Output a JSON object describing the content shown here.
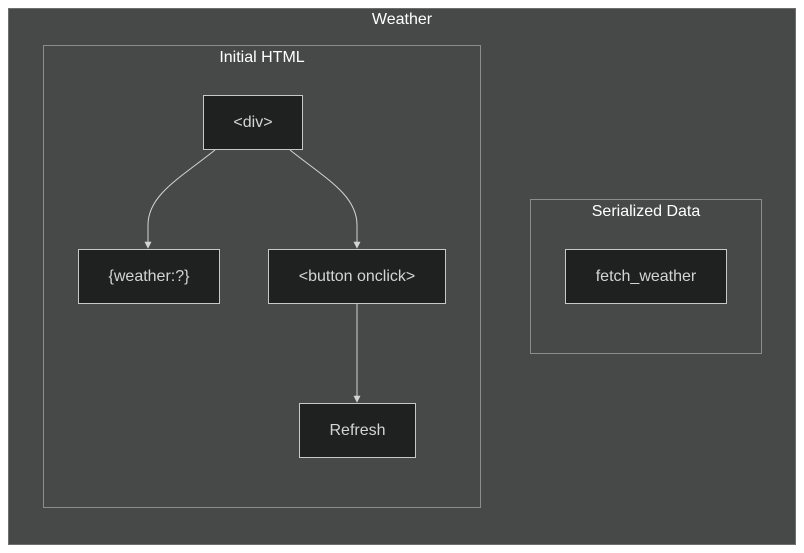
{
  "diagram": {
    "title": "Weather",
    "clusters": {
      "initial_html": {
        "title": "Initial HTML"
      },
      "serialized_data": {
        "title": "Serialized Data"
      }
    },
    "nodes": {
      "div": "<div>",
      "weather": "{weather:?}",
      "button": "<button onclick>",
      "refresh": "Refresh",
      "fetch_weather": "fetch_weather"
    },
    "edges": [
      {
        "from": "div",
        "to": "weather"
      },
      {
        "from": "div",
        "to": "button"
      },
      {
        "from": "button",
        "to": "refresh"
      }
    ]
  }
}
